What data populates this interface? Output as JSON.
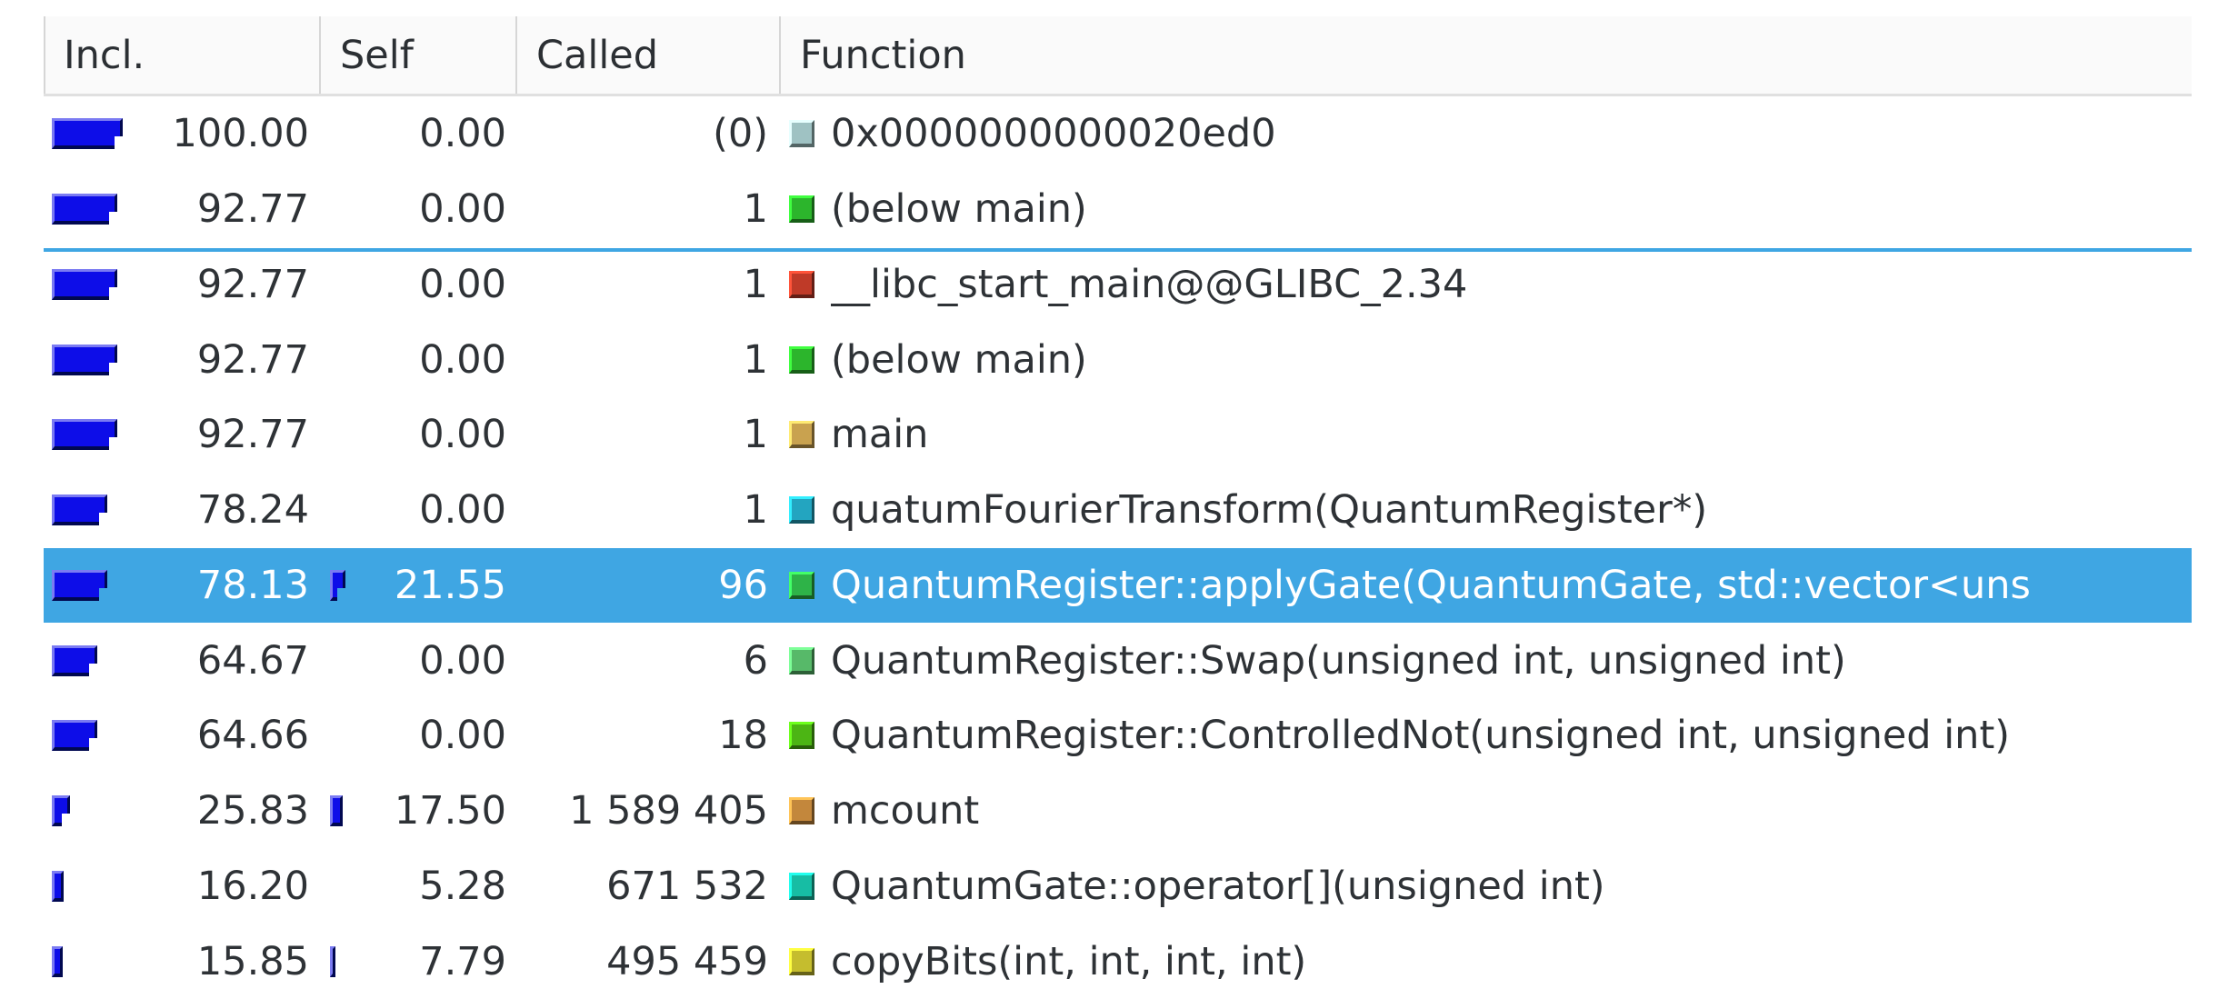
{
  "app": "profiler-function-list",
  "colors": {
    "highlight_row_bg": "#3fa6e3",
    "highlight_row_text": "#ffffff",
    "selection_underline": "#3fa6e3",
    "cost_bar_fill": "#0d0de8",
    "cost_bar_light_edge": "#7b7bf2",
    "cost_bar_dark_edge": "#000850",
    "header_bg": "#fafafa",
    "header_border": "#d6d6d6",
    "row_text": "#2e3236"
  },
  "header": {
    "columns": [
      {
        "id": "incl",
        "label": "Incl."
      },
      {
        "id": "self",
        "label": "Self"
      },
      {
        "id": "called",
        "label": "Called"
      },
      {
        "id": "function",
        "label": "Function"
      }
    ]
  },
  "rows": [
    {
      "incl": "100.00",
      "self": "0.00",
      "called": "(0)",
      "function": "0x0000000000020ed0",
      "icon_color": "#9fc2c3",
      "incl_pct": 100.0,
      "self_pct": 0.0,
      "selected": false
    },
    {
      "incl": "92.77",
      "self": "0.00",
      "called": "1",
      "function": "(below main)",
      "icon_color": "#2cb52c",
      "incl_pct": 92.77,
      "self_pct": 0.0,
      "selected": false
    },
    {
      "incl": "92.77",
      "self": "0.00",
      "called": "1",
      "function": "__libc_start_main@@GLIBC_2.34",
      "icon_color": "#bf3a28",
      "incl_pct": 92.77,
      "self_pct": 0.0,
      "selected": false
    },
    {
      "incl": "92.77",
      "self": "0.00",
      "called": "1",
      "function": "(below main)",
      "icon_color": "#2cb52c",
      "incl_pct": 92.77,
      "self_pct": 0.0,
      "selected": false
    },
    {
      "incl": "92.77",
      "self": "0.00",
      "called": "1",
      "function": "main",
      "icon_color": "#c9a24f",
      "incl_pct": 92.77,
      "self_pct": 0.0,
      "selected": false
    },
    {
      "incl": "78.24",
      "self": "0.00",
      "called": "1",
      "function": "quatumFourierTransform(QuantumRegister*)",
      "icon_color": "#23a5c0",
      "incl_pct": 78.24,
      "self_pct": 0.0,
      "selected": false
    },
    {
      "incl": "78.13",
      "self": "21.55",
      "called": "96",
      "function": "QuantumRegister::applyGate(QuantumGate, std::vector<uns",
      "icon_color": "#2eb348",
      "incl_pct": 78.13,
      "self_pct": 21.55,
      "selected": true
    },
    {
      "incl": "64.67",
      "self": "0.00",
      "called": "6",
      "function": "QuantumRegister::Swap(unsigned int, unsigned int)",
      "icon_color": "#57b969",
      "incl_pct": 64.67,
      "self_pct": 0.0,
      "selected": false
    },
    {
      "incl": "64.66",
      "self": "0.00",
      "called": "18",
      "function": "QuantumRegister::ControlledNot(unsigned int, unsigned int)",
      "icon_color": "#4cb514",
      "incl_pct": 64.66,
      "self_pct": 0.0,
      "selected": false
    },
    {
      "incl": "25.83",
      "self": "17.50",
      "called": "1 589 405",
      "function": "mcount",
      "icon_color": "#c3873c",
      "incl_pct": 25.83,
      "self_pct": 17.5,
      "selected": false
    },
    {
      "incl": "16.20",
      "self": "5.28",
      "called": "671 532",
      "function": "QuantumGate::operator[](unsigned int)",
      "icon_color": "#17bda4",
      "incl_pct": 16.2,
      "self_pct": 5.28,
      "selected": false
    },
    {
      "incl": "15.85",
      "self": "7.79",
      "called": "495 459",
      "function": "copyBits(int, int, int, int)",
      "icon_color": "#c5bd2e",
      "incl_pct": 15.85,
      "self_pct": 7.79,
      "selected": false
    }
  ]
}
